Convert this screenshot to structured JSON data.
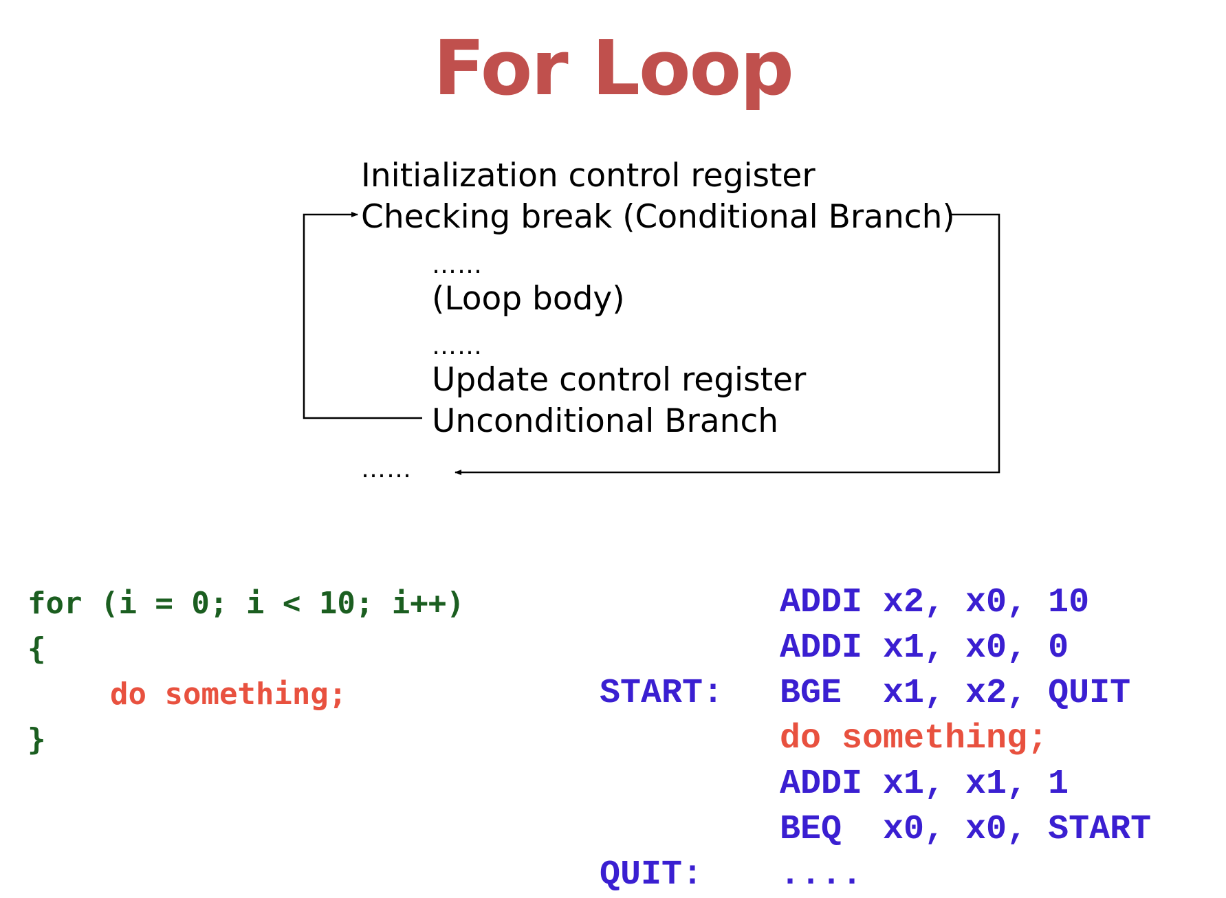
{
  "title": "For Loop",
  "flowchart": {
    "init": "Initialization control register",
    "check": "Checking break (Conditional Branch)",
    "dots_top": "……",
    "body": "(Loop body)",
    "dots_mid": "……",
    "update": "Update control register",
    "uncond": "Unconditional Branch",
    "dots_end": "……"
  },
  "c_code": {
    "line1": "for (i = 0; i < 10; i++)",
    "line2": "{",
    "line3": "do something;",
    "line4": "}"
  },
  "asm": {
    "labels": {
      "start": "START:",
      "quit": "QUIT:"
    },
    "lines": [
      "ADDI x2, x0, 10",
      "ADDI x1, x0, 0",
      "BGE  x1, x2, QUIT",
      "do something;",
      "ADDI x1, x1, 1",
      "BEQ  x0, x0, START",
      "...."
    ]
  },
  "colors": {
    "title": "#c0504d",
    "c_code": "#1b5e20",
    "highlight": "#e8513f",
    "asm": "#3a1fd1"
  }
}
